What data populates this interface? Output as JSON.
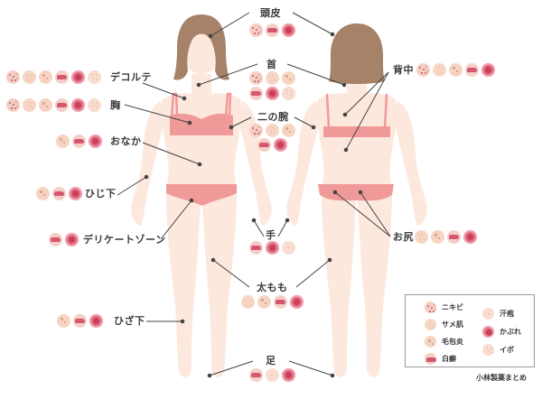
{
  "colors": {
    "skin": "#fde8de",
    "hair": "#a68269",
    "underwear": "#ef9a98",
    "line": "#444444",
    "nikibi": "#f6cfc4",
    "kabure": "#e06a80",
    "hakusen": "#d4566f"
  },
  "icon_types": {
    "nikibi": "ニキビ",
    "same": "サメ肌",
    "mouhou": "毛包炎",
    "hakusen": "白癬",
    "asemo": "汗疱",
    "kabure": "かぶれ",
    "ibo": "イボ"
  },
  "regions": {
    "touhi": {
      "label": "頭皮",
      "icons": [
        "nikibi",
        "hakusen",
        "kabure"
      ]
    },
    "kubi": {
      "label": "首",
      "icons": [
        "nikibi",
        "same",
        "mouhou",
        "hakusen",
        "kabure",
        "ibo"
      ]
    },
    "ninoude": {
      "label": "二の腕",
      "icons": [
        "nikibi",
        "same",
        "mouhou",
        "hakusen",
        "kabure"
      ]
    },
    "decollete": {
      "label": "デコルテ",
      "icons": [
        "nikibi",
        "same",
        "mouhou",
        "hakusen",
        "kabure",
        "ibo"
      ]
    },
    "mune": {
      "label": "胸",
      "icons": [
        "nikibi",
        "same",
        "mouhou",
        "hakusen",
        "kabure",
        "ibo"
      ]
    },
    "onaka": {
      "label": "おなか",
      "icons": [
        "mouhou",
        "hakusen",
        "kabure"
      ]
    },
    "hijishita": {
      "label": "ひじ下",
      "icons": [
        "mouhou",
        "hakusen",
        "kabure"
      ]
    },
    "delicate": {
      "label": "デリケートゾーン",
      "icons": [
        "hakusen",
        "kabure"
      ]
    },
    "hizashita": {
      "label": "ひざ下",
      "icons": [
        "mouhou",
        "hakusen",
        "kabure"
      ]
    },
    "te": {
      "label": "手",
      "icons": [
        "hakusen",
        "kabure",
        "asemo"
      ]
    },
    "futomomo": {
      "label": "太もも",
      "icons": [
        "same",
        "mouhou",
        "hakusen",
        "kabure"
      ]
    },
    "ashi": {
      "label": "足",
      "icons": [
        "hakusen",
        "asemo",
        "kabure"
      ]
    },
    "senaka": {
      "label": "背中",
      "icons": [
        "nikibi",
        "same",
        "mouhou",
        "hakusen",
        "kabure"
      ]
    },
    "oshiri": {
      "label": "お尻",
      "icons": [
        "same",
        "mouhou",
        "hakusen",
        "kabure"
      ]
    }
  },
  "legend": {
    "left": [
      {
        "icon": "nikibi",
        "label": "ニキビ"
      },
      {
        "icon": "same",
        "label": "サメ肌"
      },
      {
        "icon": "mouhou",
        "label": "毛包炎"
      },
      {
        "icon": "hakusen",
        "label": "白癬"
      }
    ],
    "right": [
      {
        "icon": "asemo",
        "label": "汗疱"
      },
      {
        "icon": "kabure",
        "label": "かぶれ"
      },
      {
        "icon": "ibo",
        "label": "イボ"
      }
    ]
  },
  "credit": "小林製薬まとめ"
}
